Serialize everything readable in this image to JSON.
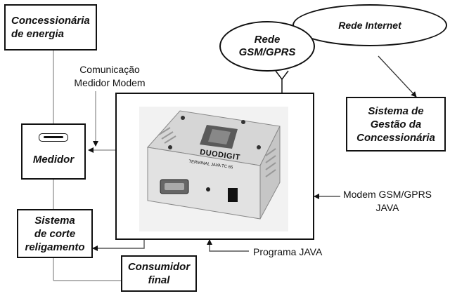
{
  "boxes": {
    "concessionaria": [
      "Concessionária",
      "de energia"
    ],
    "medidor": "Medidor",
    "corte": [
      "Sistema",
      "de corte",
      "religamento"
    ],
    "consumidor": [
      "Consumidor",
      "final"
    ],
    "gestao": [
      "Sistema de",
      "Gestão da",
      "Concessionária"
    ]
  },
  "clouds": {
    "gsm": [
      "Rede",
      "GSM/GPRS"
    ],
    "internet": "Rede Internet"
  },
  "labels": {
    "comunicacao": [
      "Comunicação",
      "Medidor Modem"
    ],
    "modem": [
      "Modem GSM/GPRS",
      "JAVA"
    ],
    "programa": "Programa JAVA"
  },
  "device": {
    "brand": "DUODIGIT",
    "model": "TERMINAL JAVA TC 65"
  }
}
